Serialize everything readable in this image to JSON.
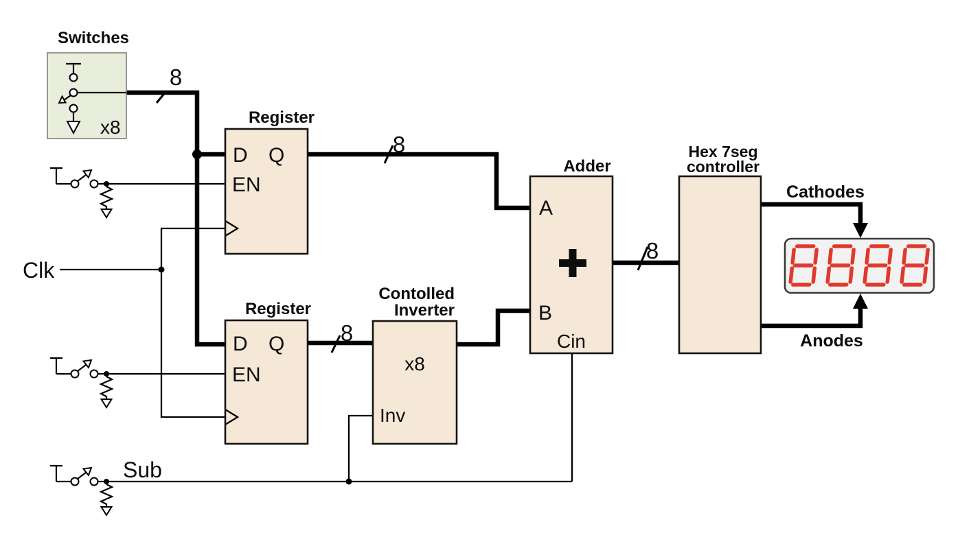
{
  "diagram": {
    "blocks": {
      "switches": {
        "title": "Switches",
        "multiplier": "x8"
      },
      "register1": {
        "title": "Register",
        "port_d": "D",
        "port_q": "Q",
        "port_en": "EN"
      },
      "register2": {
        "title": "Register",
        "port_d": "D",
        "port_q": "Q",
        "port_en": "EN"
      },
      "inverter": {
        "title_line1": "Contolled",
        "title_line2": "Inverter",
        "multiplier": "x8",
        "port_inv": "Inv"
      },
      "adder": {
        "title": "Adder",
        "port_a": "A",
        "port_b": "B",
        "port_cin": "Cin"
      },
      "controller": {
        "title_line1": "Hex 7seg",
        "title_line2": "controller"
      }
    },
    "signals": {
      "clk": "Clk",
      "sub": "Sub",
      "cathodes": "Cathodes",
      "anodes": "Anodes"
    },
    "buses": {
      "width_label": "8"
    },
    "display": {
      "value": "8888",
      "digit_count": 4,
      "segments_lit": "all"
    },
    "icons": {
      "plus": "+",
      "clock_edge": "triangle-right",
      "ground": "open-down-arrow",
      "switch": "spst-pushbutton",
      "resistor": "zigzag"
    },
    "colors": {
      "block_fill": "#f6e8d7",
      "block_stroke": "#141414",
      "switch_box_fill": "#e9eddc",
      "switch_box_stroke": "#7f7f7f",
      "wire": "#000000",
      "display_fill": "#f2f2f2",
      "display_stroke": "#3a3a3a",
      "segment_red": "#e0392c",
      "background": "#ffffff"
    }
  }
}
